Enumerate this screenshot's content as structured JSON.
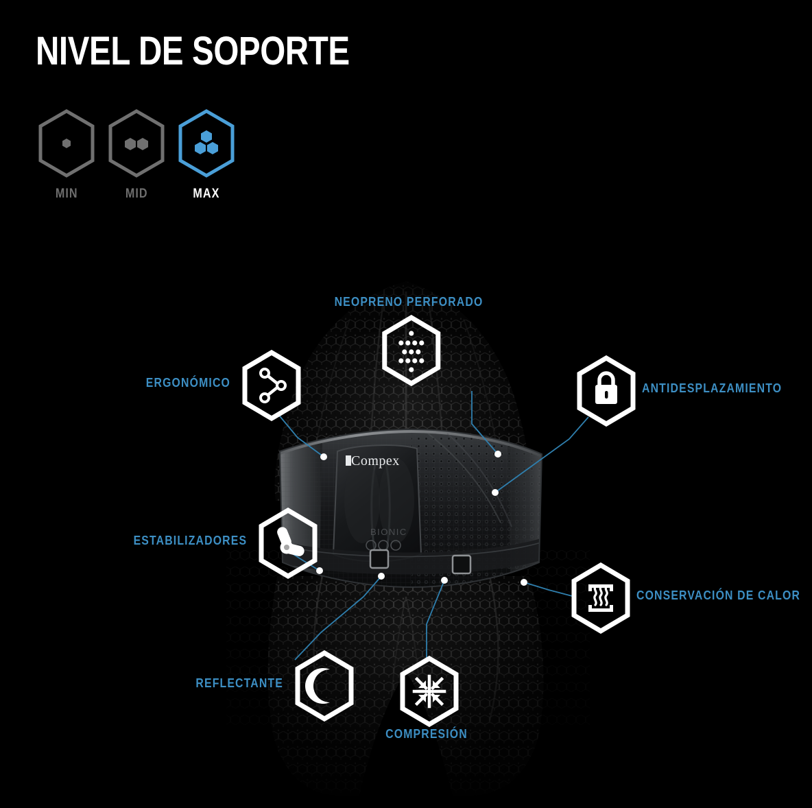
{
  "header": {
    "title": "NIVEL DE SOPORTE"
  },
  "support_levels": {
    "section_name": "support-level-selector",
    "active_level": "MAX",
    "items": [
      {
        "label": "MIN",
        "dots": 1,
        "active": false,
        "icon": "hexagon-one-dot-icon"
      },
      {
        "label": "MID",
        "dots": 2,
        "active": false,
        "icon": "hexagon-two-dots-icon"
      },
      {
        "label": "MAX",
        "dots": 3,
        "active": true,
        "icon": "hexagon-three-dots-icon"
      }
    ]
  },
  "product": {
    "name": "compex-lumbar-back-brace",
    "brand_mark": "Compex",
    "model_mark": "BIONIC"
  },
  "features": [
    {
      "id": "neopreno-perforado",
      "label": "NEOPRENO PERFORADO",
      "icon": "perforated-neoprene-icon"
    },
    {
      "id": "ergonomico",
      "label": "ERGONÓMICO",
      "icon": "ergonomic-nodes-icon"
    },
    {
      "id": "antidesplazamiento",
      "label": "ANTIDESPLAZAMIENTO",
      "icon": "padlock-icon"
    },
    {
      "id": "estabilizadores",
      "label": "ESTABILIZADORES",
      "icon": "joint-stabilizer-icon"
    },
    {
      "id": "conservacion-calor",
      "label": "CONSERVACIÓN DE CALOR",
      "icon": "heat-waves-icon"
    },
    {
      "id": "reflectante",
      "label": "REFLECTANTE",
      "icon": "crescent-moon-icon"
    },
    {
      "id": "compresion",
      "label": "COMPRESIÓN",
      "icon": "compression-arrows-icon"
    }
  ],
  "colors": {
    "background": "#000000",
    "accent_blue": "#3d8fc4",
    "active_hex_blue": "#4a9fd8",
    "inactive_gray": "#6e6e6e",
    "icon_white": "#ffffff",
    "connector_blue": "#2f7fae"
  }
}
